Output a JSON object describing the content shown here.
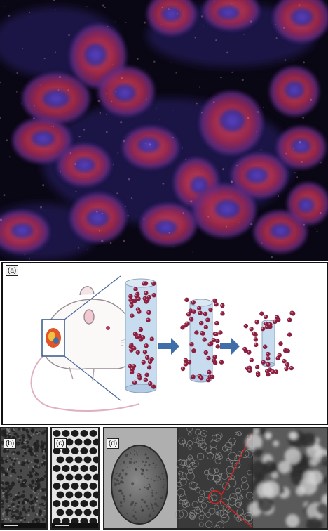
{
  "panels": [
    {
      "id": "a",
      "label": "(a)"
    },
    {
      "id": "b",
      "label": "(b)"
    },
    {
      "id": "c",
      "label": "(c)"
    },
    {
      "id": "d",
      "label": "(d)"
    }
  ],
  "colors": {
    "cytoplasm": "#c8324a",
    "nucleus": "#3c35c8",
    "background": "#0a0714",
    "particle": "#8a1f3f",
    "arrow": "#3f6ea8",
    "cylinder": "#bcd3ea"
  }
}
